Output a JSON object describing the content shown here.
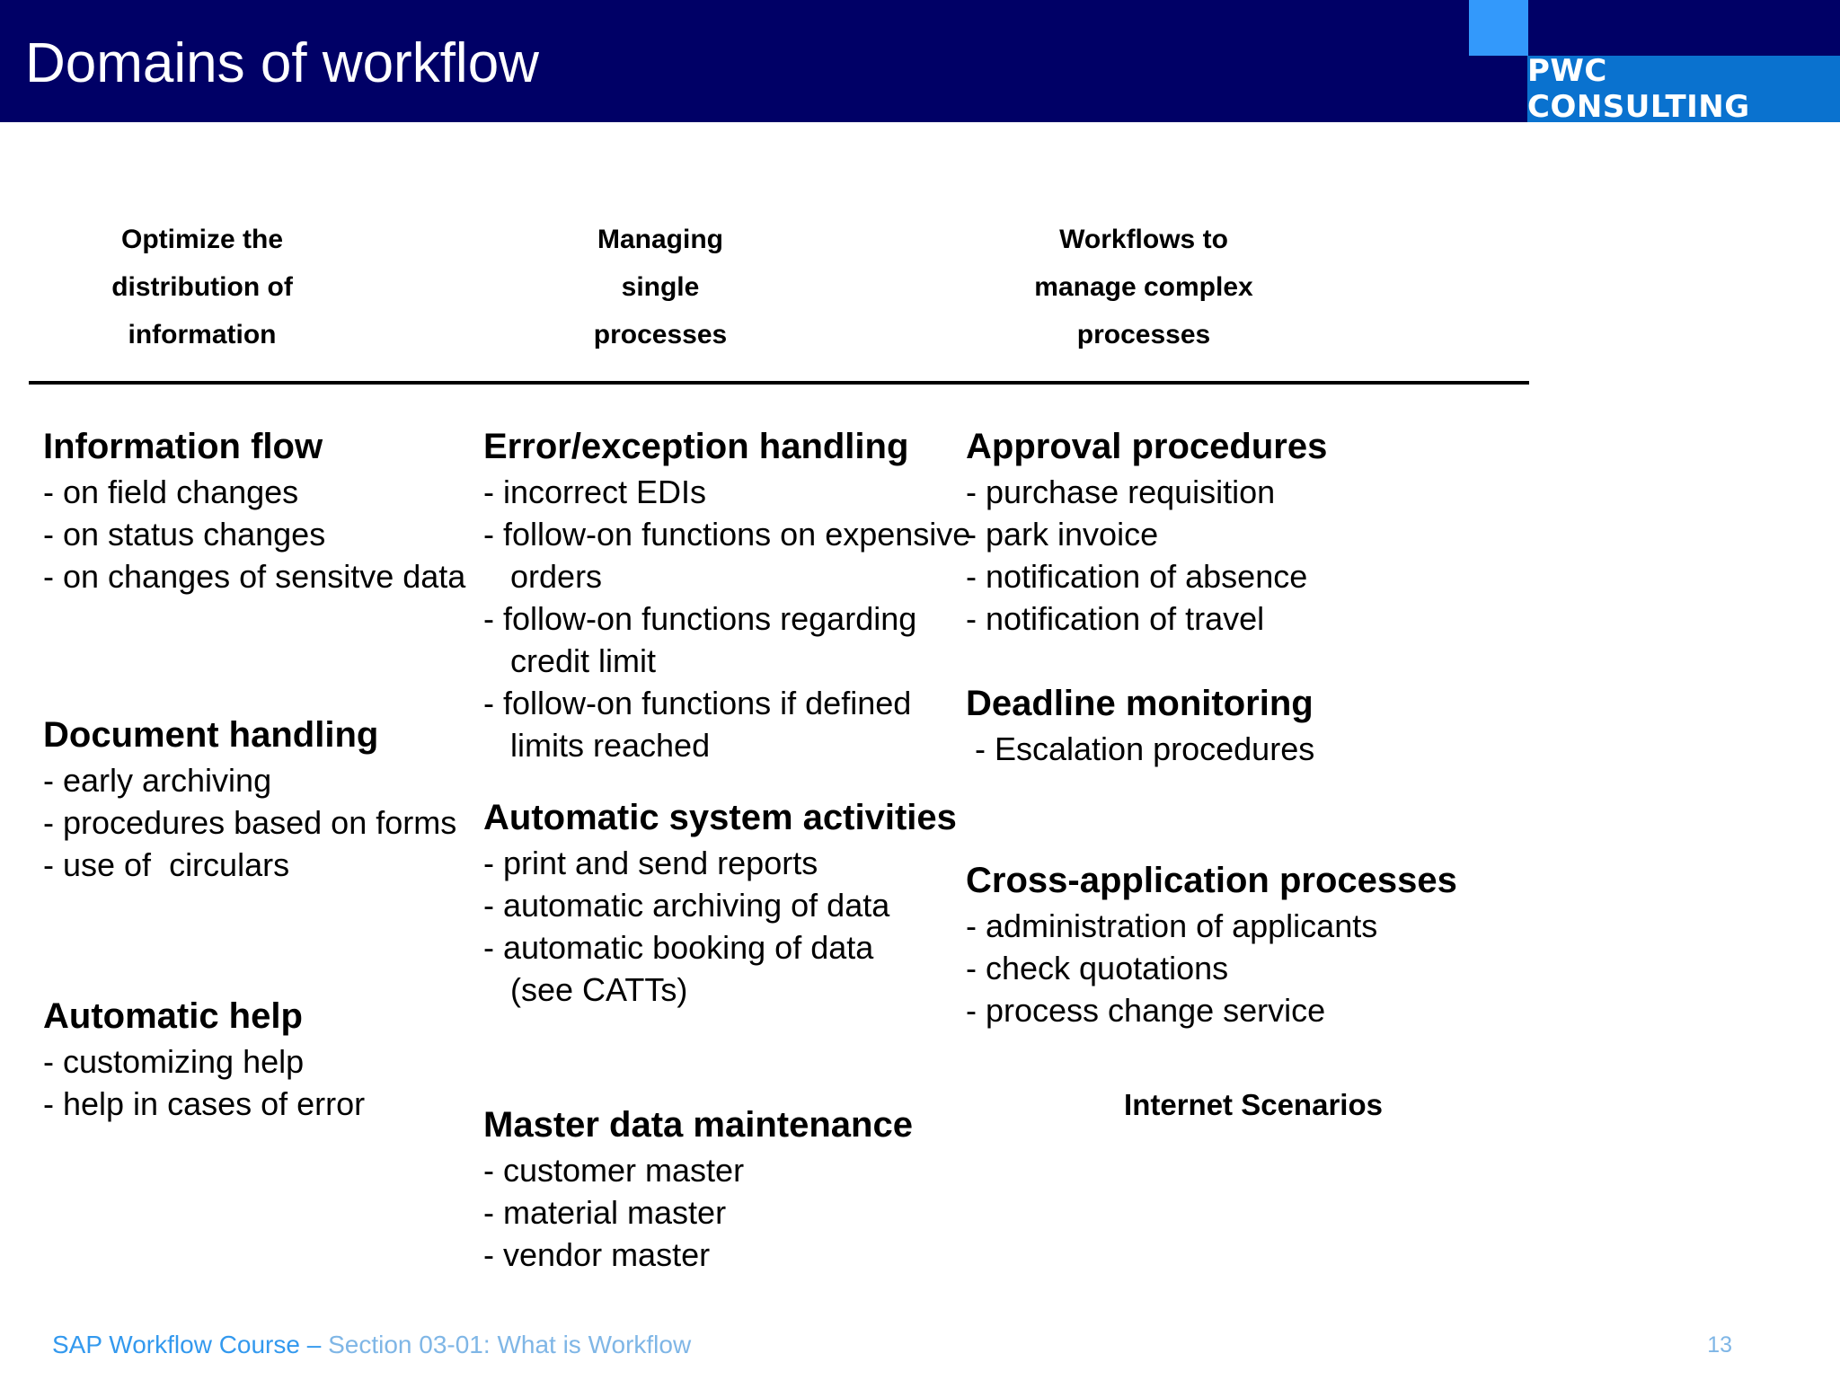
{
  "slide": {
    "title": "Domains of workflow",
    "brand": {
      "logo_text": "PWC CONSULTING",
      "navy": "#000066",
      "light_blue_square": "#3399fb",
      "band_blue": "#0a72cf"
    },
    "columns": [
      {
        "header_lines": [
          "Optimize the",
          "distribution of",
          "information"
        ],
        "groups": [
          {
            "title": "Information flow",
            "bullets": [
              "- on field changes",
              "- on status changes",
              "- on changes of sensitve data"
            ]
          },
          {
            "title": "Document handling",
            "bullets": [
              "- early archiving",
              "- procedures based on forms",
              "- use of  circulars"
            ]
          },
          {
            "title": "Automatic help",
            "bullets": [
              "- customizing help",
              "- help in cases of error"
            ]
          }
        ]
      },
      {
        "header_lines": [
          "Managing",
          "single",
          "processes"
        ],
        "groups": [
          {
            "title": "Error/exception handling",
            "bullets": [
              "- incorrect EDIs",
              "- follow-on functions on expensive\n   orders",
              "- follow-on functions regarding\n   credit limit",
              "- follow-on functions if defined\n   limits reached"
            ]
          },
          {
            "title": "Automatic system activities",
            "bullets": [
              "- print and send reports",
              "- automatic archiving of data",
              "- automatic booking of data\n   (see CATTs)"
            ]
          },
          {
            "title": "Master data maintenance",
            "bullets": [
              "- customer master",
              "- material master",
              "- vendor master"
            ]
          }
        ]
      },
      {
        "header_lines": [
          "Workflows to",
          "manage complex",
          "processes"
        ],
        "groups": [
          {
            "title": "Approval procedures",
            "bullets": [
              "- purchase requisition",
              "- park invoice",
              "- notification of absence",
              "- notification of travel"
            ]
          },
          {
            "title": "Deadline monitoring",
            "bullets": [
              " - Escalation procedures"
            ]
          },
          {
            "title": "Cross-application processes",
            "bullets": [
              "- administration of applicants",
              "- check quotations",
              "- process change service"
            ]
          }
        ],
        "closing_note": "Internet Scenarios"
      }
    ],
    "footer": {
      "course": "SAP Workflow Course – ",
      "section": "Section 03-01: What is Workflow",
      "page_number": "13",
      "course_color": "#3399ee",
      "section_color": "#7fb6e6"
    }
  }
}
